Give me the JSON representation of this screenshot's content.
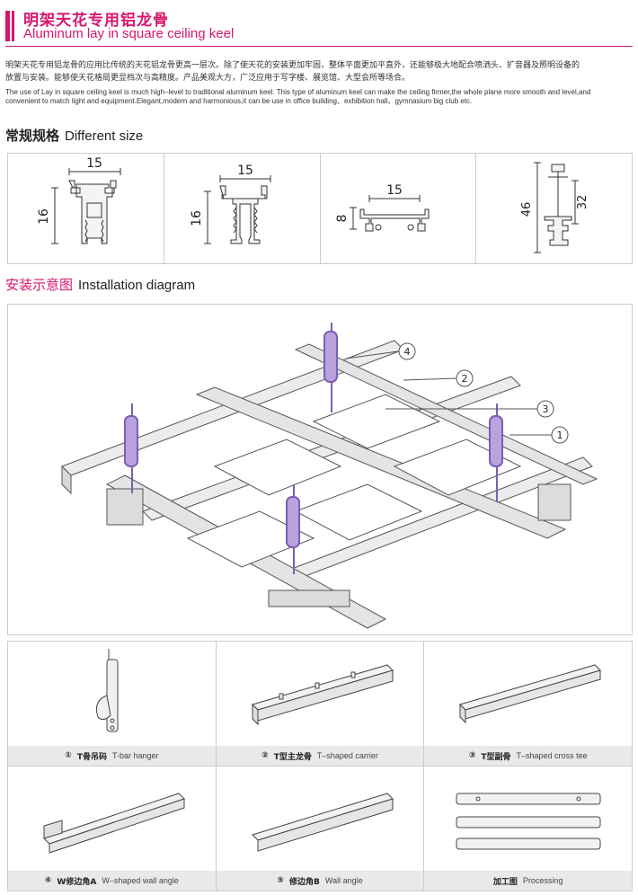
{
  "header": {
    "title_cn": "明架天花专用铝龙骨",
    "title_en": "Aluminum lay in square ceiling keel"
  },
  "intro": {
    "cn_line1": "明架天花专用铝龙骨的应用比传统的天花铝龙骨更高一层次。除了使天花的安装更加牢固，整体平面更加平直外，还能够极大地配合喷洒头、扩音器及照明设备的",
    "cn_line2": "放置与安装。能够使天花格局更显档次与高精度。产品美观大方，广泛应用于写字楼、展览馆、大型会所等场合。",
    "en_line1": "The use of Lay in square ceiling keel is much high–level  to traditional aluminum keel. This type of aluminum keel can make the ceiling firmer,the whole plane more smooth and level,and",
    "en_line2": "convenient to match light and equipment.Elegant,modern and harmonious,it can be use in office building、exhibition hall、gymnasium big club etc."
  },
  "sizes_section": {
    "title_cn": "常规规格",
    "title_en": "Different size",
    "profiles": [
      {
        "width": "15",
        "height": "16"
      },
      {
        "width": "15",
        "height": "16"
      },
      {
        "width": "15",
        "height": "8"
      },
      {
        "total": "46",
        "part": "32"
      }
    ]
  },
  "install_section": {
    "title_cn": "安装示意图",
    "title_en": "Installation diagram",
    "callouts": [
      "4",
      "2",
      "3",
      "1"
    ]
  },
  "parts": [
    {
      "num": "①",
      "cn": "T骨吊码",
      "en": "T-bar hanger"
    },
    {
      "num": "②",
      "cn": "T型主龙骨",
      "en": "T–shaped carrier"
    },
    {
      "num": "③",
      "cn": "T型副骨",
      "en": "T–shaped cross tee"
    },
    {
      "num": "④",
      "cn": "W修边角A",
      "en": "W–shaped wall angle"
    },
    {
      "num": "⑤",
      "cn": "修边角B",
      "en": "Wall angle"
    },
    {
      "num": "",
      "cn": "加工图",
      "en": "Processing"
    }
  ],
  "colors": {
    "accent": "#d6166d",
    "hanger": "#9b7fc8"
  }
}
